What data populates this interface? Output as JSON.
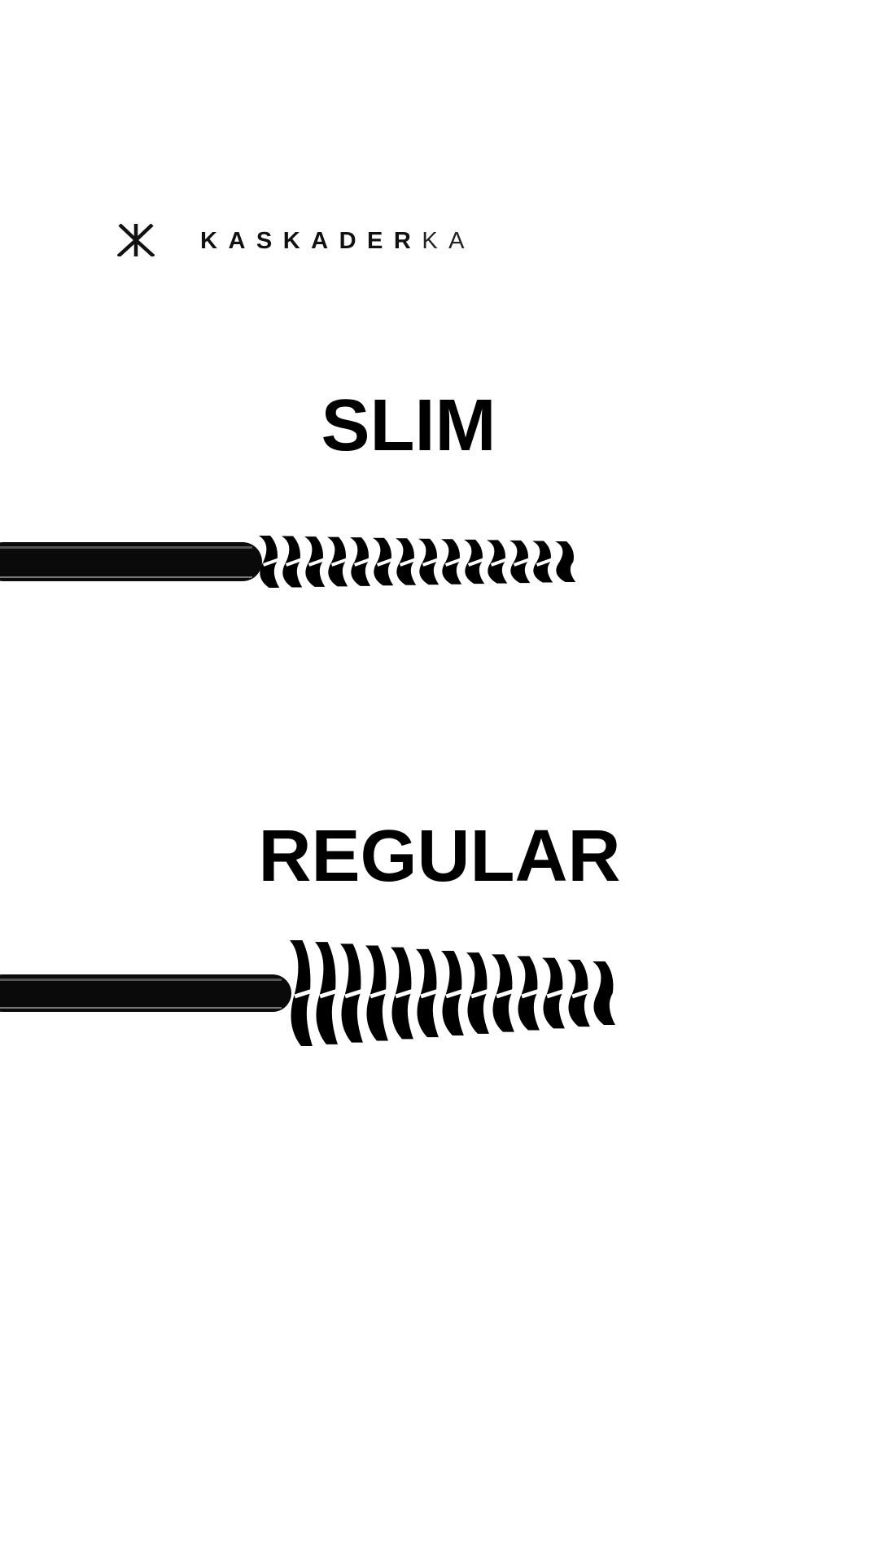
{
  "brand": {
    "name_bold": "KASKADER",
    "name_light": "KA",
    "full_name": "KASKADERKA"
  },
  "brushes": [
    {
      "label": "SLIM"
    },
    {
      "label": "REGULAR"
    }
  ],
  "colors": {
    "background": "#ffffff",
    "ink": "#000000"
  }
}
